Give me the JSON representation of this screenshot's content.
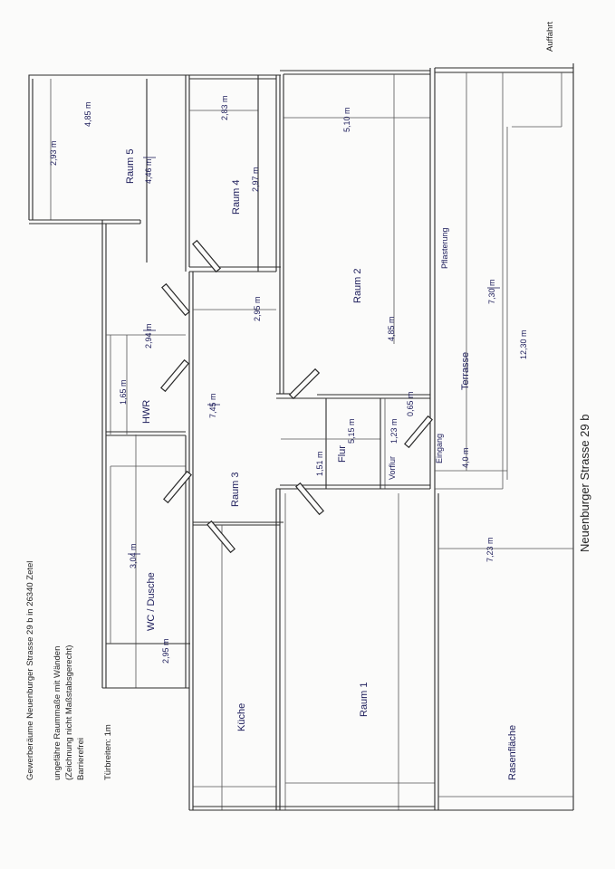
{
  "header": {
    "line1": "Gewerberäume Neuenburger Strasse 29 b in 26340 Zetel",
    "line2": "ungefähre Raummaße mit Wänden",
    "line3": "(Zeichnung nicht Maßstabsgerecht)",
    "line4": "Barrierefrei",
    "line5": "Türbreiten: 1m"
  },
  "street": "Neuenburger Strasse 29 b",
  "driveway": "Auffahrt",
  "rooms": {
    "raum1": "Raum 1",
    "raum2": "Raum 2",
    "raum3": "Raum 3",
    "raum4": "Raum 4",
    "raum5": "Raum 5",
    "kueche": "Küche",
    "wc": "WC / Dusche",
    "hwr": "HWR",
    "flur": "Flur",
    "vorflur": "Vorflur",
    "eingang": "Eingang",
    "terrasse": "Terrasse",
    "pflasterung": "Pflasterung",
    "rasenflaeche": "Rasenfläche"
  },
  "dimensions": {
    "r5_a": "2,93 m",
    "r5_b": "4,85 m",
    "r5_c": "4,46 m",
    "r4_a": "2,83 m",
    "r4_b": "2,97 m",
    "r2_a": "5,10 m",
    "r2_b": "2,95 m",
    "r2_c": "4,85 m",
    "pfl": "7,30 m",
    "total": "12,30 m",
    "hwr_a": "1,65 m",
    "hwr_b": "2,94 m",
    "r3": "7,45 m",
    "flur_a": "5,15 m",
    "flur_b": "1,51 m",
    "vf_a": "1,23 m",
    "vf_b": "0,65 m",
    "terr": "4,0 m",
    "wc_a": "3,04 m",
    "wc_b": "2,95 m",
    "rasen": "7,23 m"
  }
}
